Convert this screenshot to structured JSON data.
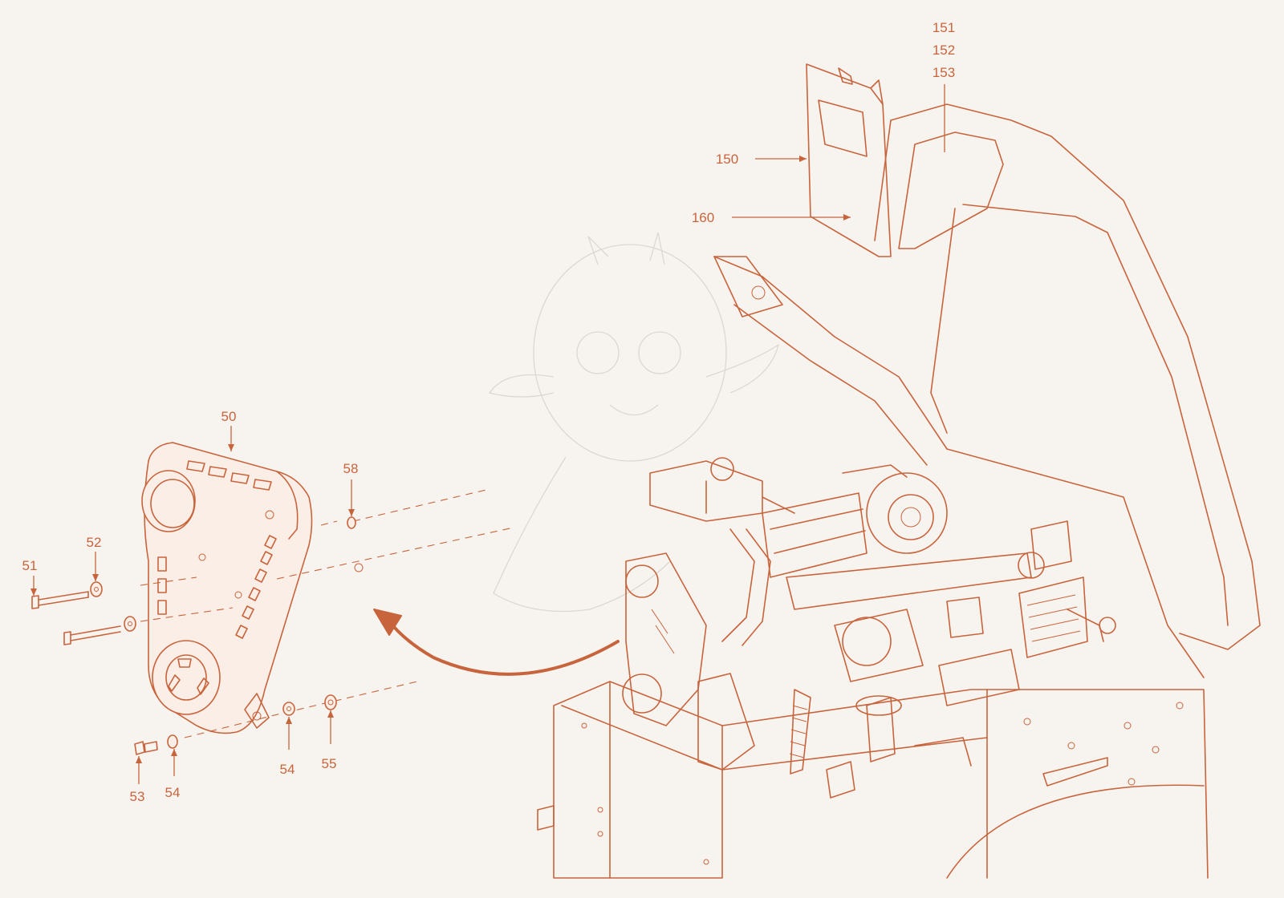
{
  "diagram": {
    "line_color": "#c8643c",
    "background": "#f7f4f0",
    "callouts": {
      "c151": "151",
      "c152": "152",
      "c153": "153",
      "c150": "150",
      "c160": "160",
      "c50": "50",
      "c58": "58",
      "c51": "51",
      "c52": "52",
      "c53": "53",
      "c54a": "54",
      "c54b": "54",
      "c55": "55"
    }
  }
}
